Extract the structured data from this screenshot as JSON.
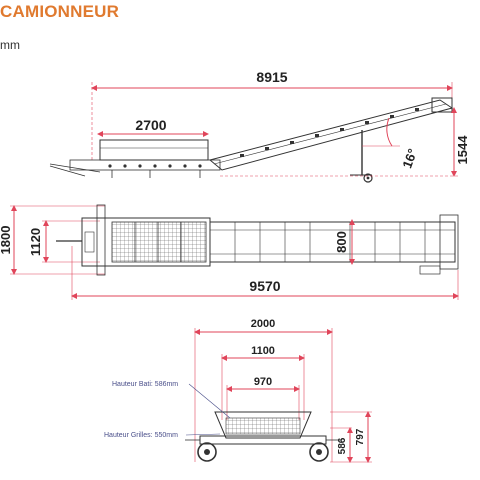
{
  "header": {
    "title": "CAMIONNEUR",
    "subtitle": "mm"
  },
  "side_view": {
    "total_length": "8915",
    "hopper_length": "2700",
    "height": "1544",
    "angle": "16°"
  },
  "top_view": {
    "overall_width": "1800",
    "hopper_width": "1120",
    "belt_width": "800",
    "total_length": "9570"
  },
  "front_view": {
    "total_width": "2000",
    "inner_width": "1100",
    "grid_width": "970",
    "height_frame": "797",
    "height_grid": "586",
    "label_frame_height": "Hauteur Bati: 586mm",
    "label_grid_height": "Hauteur Grilles: 550mm"
  },
  "colors": {
    "dimension_line": "#e0455a",
    "drawing_line": "#333333",
    "title": "#e07a2f"
  }
}
